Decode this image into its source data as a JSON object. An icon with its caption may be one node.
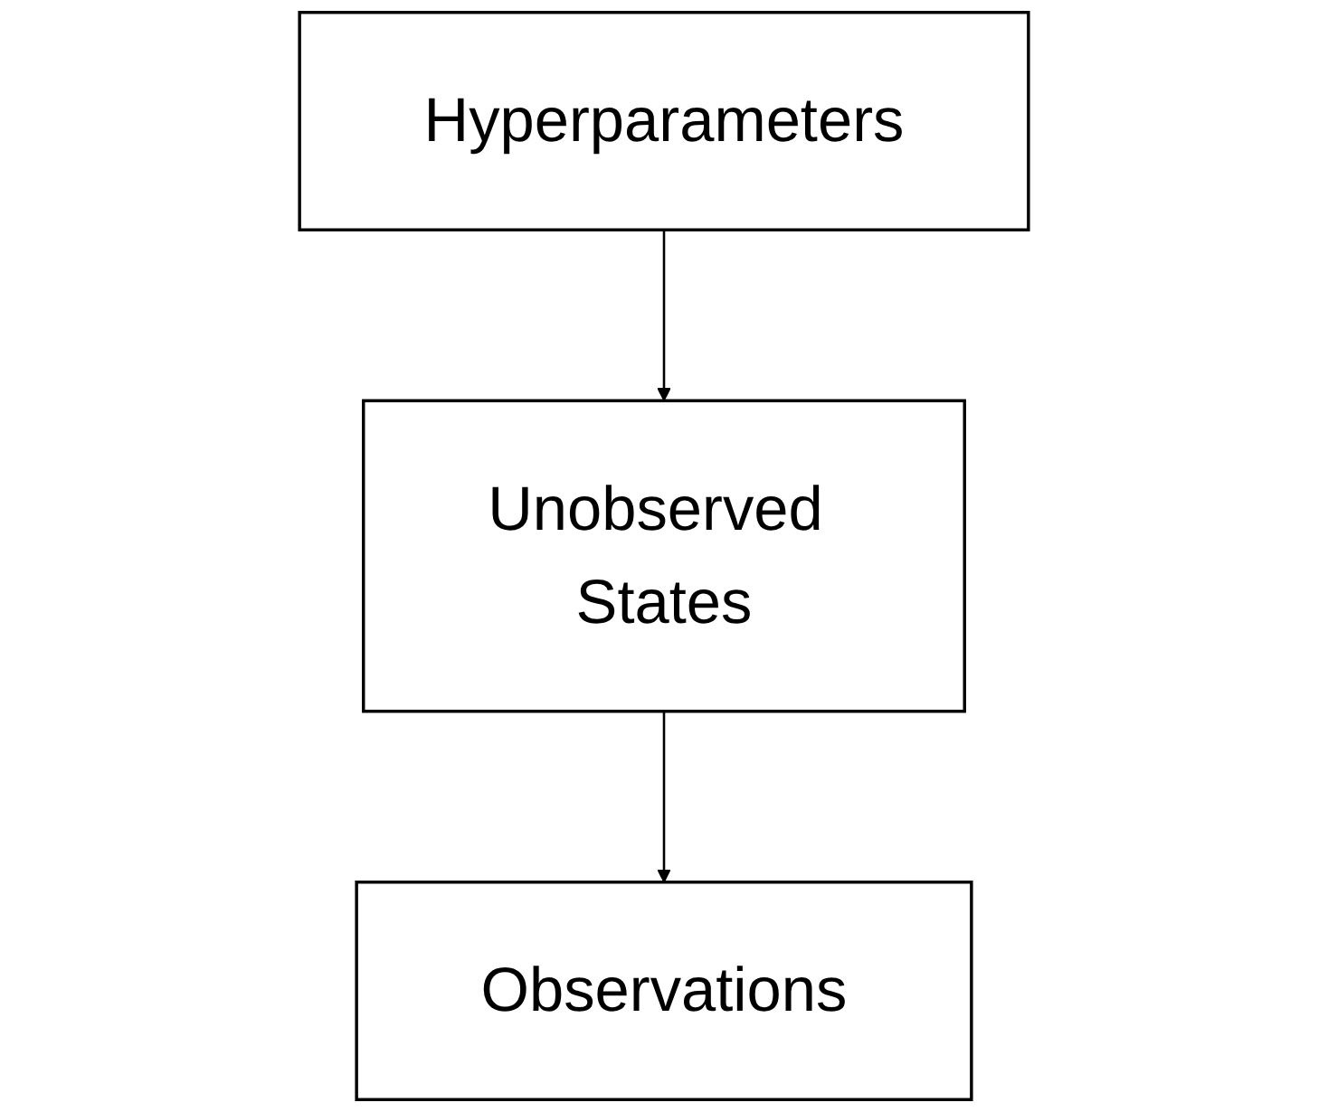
{
  "diagram": {
    "nodes": [
      {
        "text": [
          "Hyperparameters"
        ]
      },
      {
        "text": [
          "Unobserved States"
        ]
      },
      {
        "text": [
          "Observations"
        ]
      }
    ],
    "edges": [
      {
        "from": 0,
        "to": 1,
        "arrow": "to"
      },
      {
        "from": 1,
        "to": 2,
        "arrow": "to"
      }
    ]
  }
}
